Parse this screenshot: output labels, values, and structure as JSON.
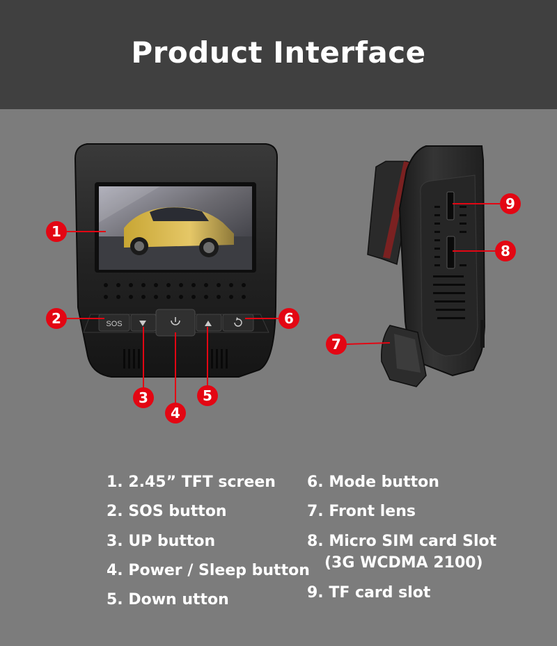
{
  "header": {
    "title": "Product Interface"
  },
  "device": {
    "sos_label": "SOS"
  },
  "callouts": [
    "1",
    "2",
    "3",
    "4",
    "5",
    "6",
    "7",
    "8",
    "9"
  ],
  "legend": {
    "left": [
      "1. 2.45” TFT screen",
      "2. SOS button",
      "3. UP button",
      "4. Power / Sleep button",
      "5. Down utton"
    ],
    "right": [
      "6. Mode button",
      "7. Front lens",
      "8. Micro SIM card Slot",
      "(3G WCDMA 2100)",
      "9. TF card slot"
    ]
  },
  "colors": {
    "accent": "#e30613",
    "header_bg": "#404040",
    "page_bg": "#7c7c7c"
  }
}
